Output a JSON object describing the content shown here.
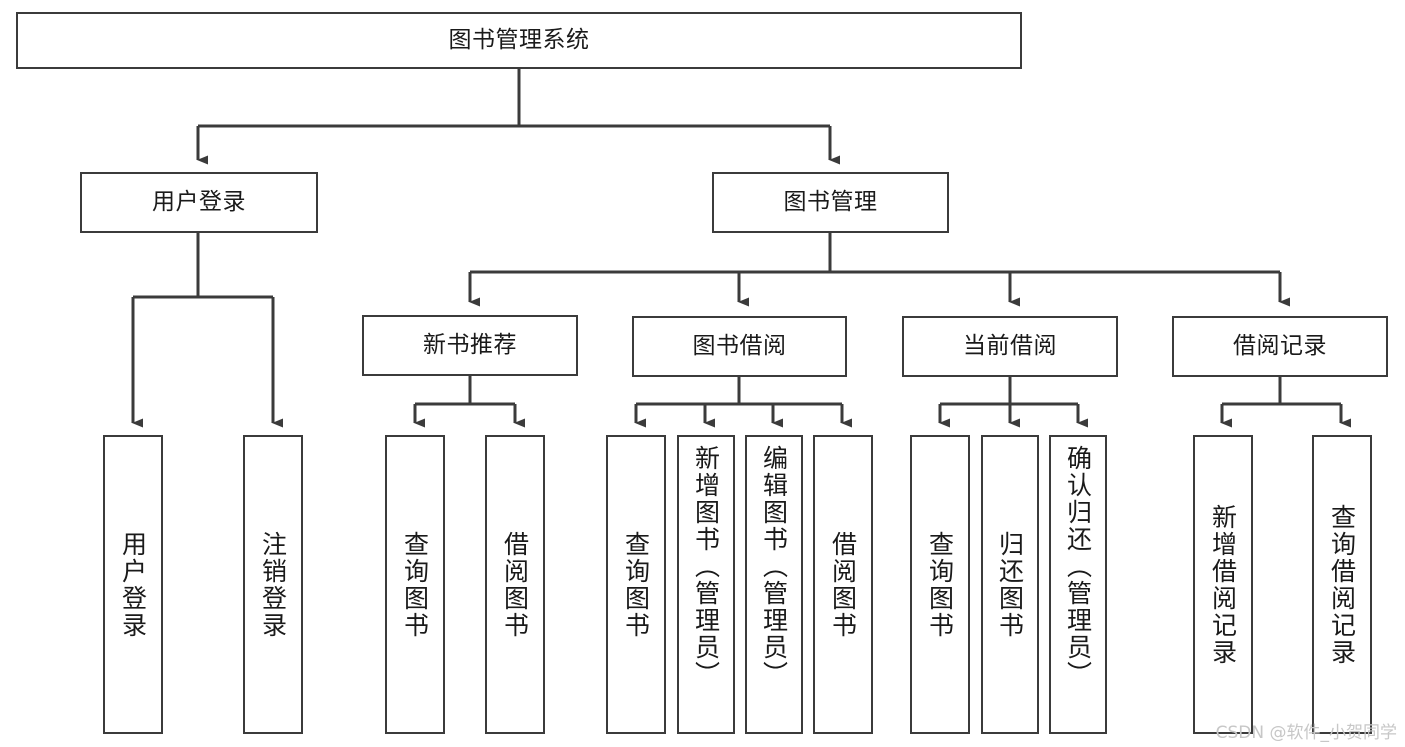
{
  "diagram": {
    "title": "图书管理系统",
    "type": "hierarchy-tree",
    "levels": 4,
    "root": {
      "label": "图书管理系统"
    },
    "level1": [
      {
        "label": "用户登录"
      },
      {
        "label": "图书管理"
      }
    ],
    "level2": [
      {
        "label": "新书推荐"
      },
      {
        "label": "图书借阅"
      },
      {
        "label": "当前借阅"
      },
      {
        "label": "借阅记录"
      }
    ],
    "leaves": {
      "user_login": [
        {
          "label": "用户登录"
        },
        {
          "label": "注销登录"
        }
      ],
      "new_book_recommend": [
        {
          "label": "查询图书"
        },
        {
          "label": "借阅图书"
        }
      ],
      "book_borrow": [
        {
          "label": "查询图书"
        },
        {
          "label": "新增图书（管理员）"
        },
        {
          "label": "编辑图书（管理员）"
        },
        {
          "label": "借阅图书"
        }
      ],
      "current_borrow": [
        {
          "label": "查询图书"
        },
        {
          "label": "归还图书"
        },
        {
          "label": "确认归还（管理员）"
        }
      ],
      "borrow_record": [
        {
          "label": "新增借阅记录"
        },
        {
          "label": "查询借阅记录"
        }
      ]
    }
  },
  "watermark": {
    "text": "CSDN @软件_小贺同学"
  },
  "colors": {
    "stroke": "#3b3b3b",
    "fill": "#ffffff",
    "text": "#1a1a1a",
    "watermark": "#c7c7c7"
  }
}
